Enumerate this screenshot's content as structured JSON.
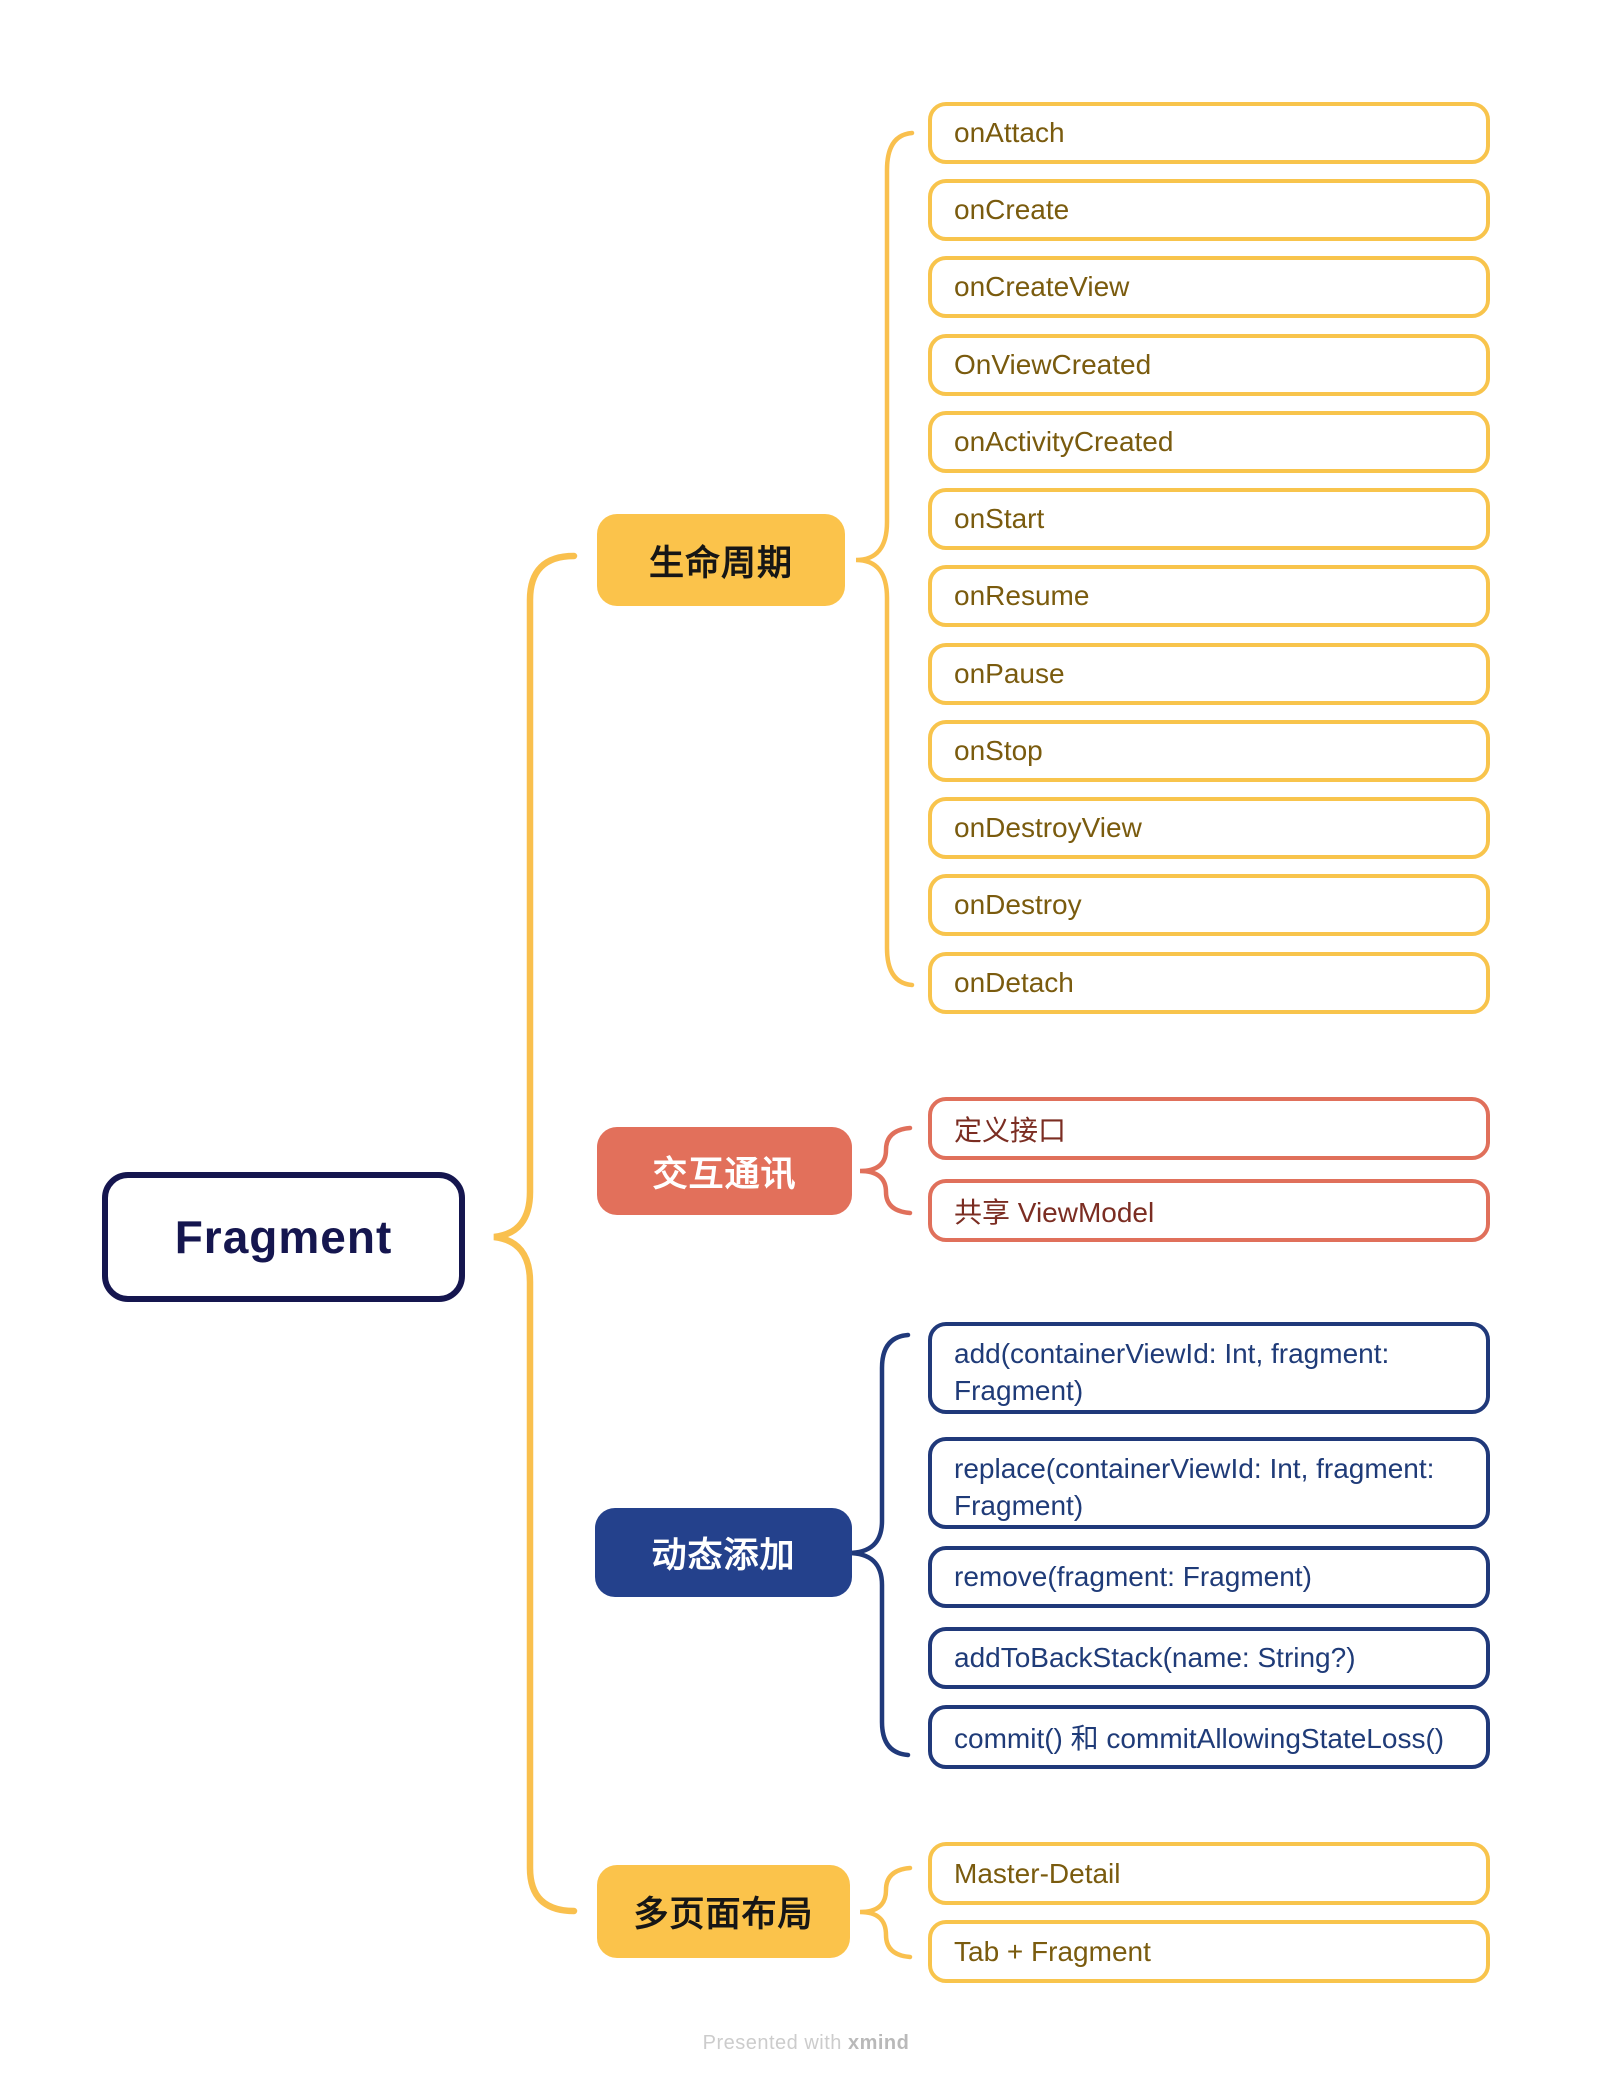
{
  "root": {
    "label": "Fragment"
  },
  "branches": [
    {
      "id": "lifecycle",
      "label": "生命周期",
      "color": "#FBC34B",
      "children": [
        "onAttach",
        "onCreate",
        "onCreateView",
        "OnViewCreated",
        "onActivityCreated",
        "onStart",
        "onResume",
        "onPause",
        "onStop",
        "onDestroyView",
        "onDestroy",
        "onDetach"
      ]
    },
    {
      "id": "communication",
      "label": "交互通讯",
      "color": "#E2705B",
      "children": [
        "定义接口",
        "共享 ViewModel"
      ]
    },
    {
      "id": "dynamic-add",
      "label": "动态添加",
      "color": "#24418C",
      "children": [
        "add(containerViewId: Int, fragment: Fragment)",
        "replace(containerViewId: Int, fragment: Fragment)",
        "remove(fragment: Fragment)",
        "addToBackStack(name: String?)",
        "commit() 和 commitAllowingStateLoss()"
      ]
    },
    {
      "id": "multi-page",
      "label": "多页面布局",
      "color": "#FBC34B",
      "children": [
        "Master-Detail",
        "Tab + Fragment"
      ]
    }
  ],
  "footer": {
    "prefix": "Presented with ",
    "brand": "xmind"
  },
  "colors": {
    "yellow": "#FBC34B",
    "yellow_border": "#F8C44C",
    "yellow_text": "#7A5B0E",
    "red": "#E2705B",
    "red_text": "#7B2D22",
    "navy": "#24418C",
    "navy_border": "#20397A",
    "navy_text": "#1F3B78",
    "root_outline": "#15164F",
    "connector_yellow": "#F9C04E"
  }
}
